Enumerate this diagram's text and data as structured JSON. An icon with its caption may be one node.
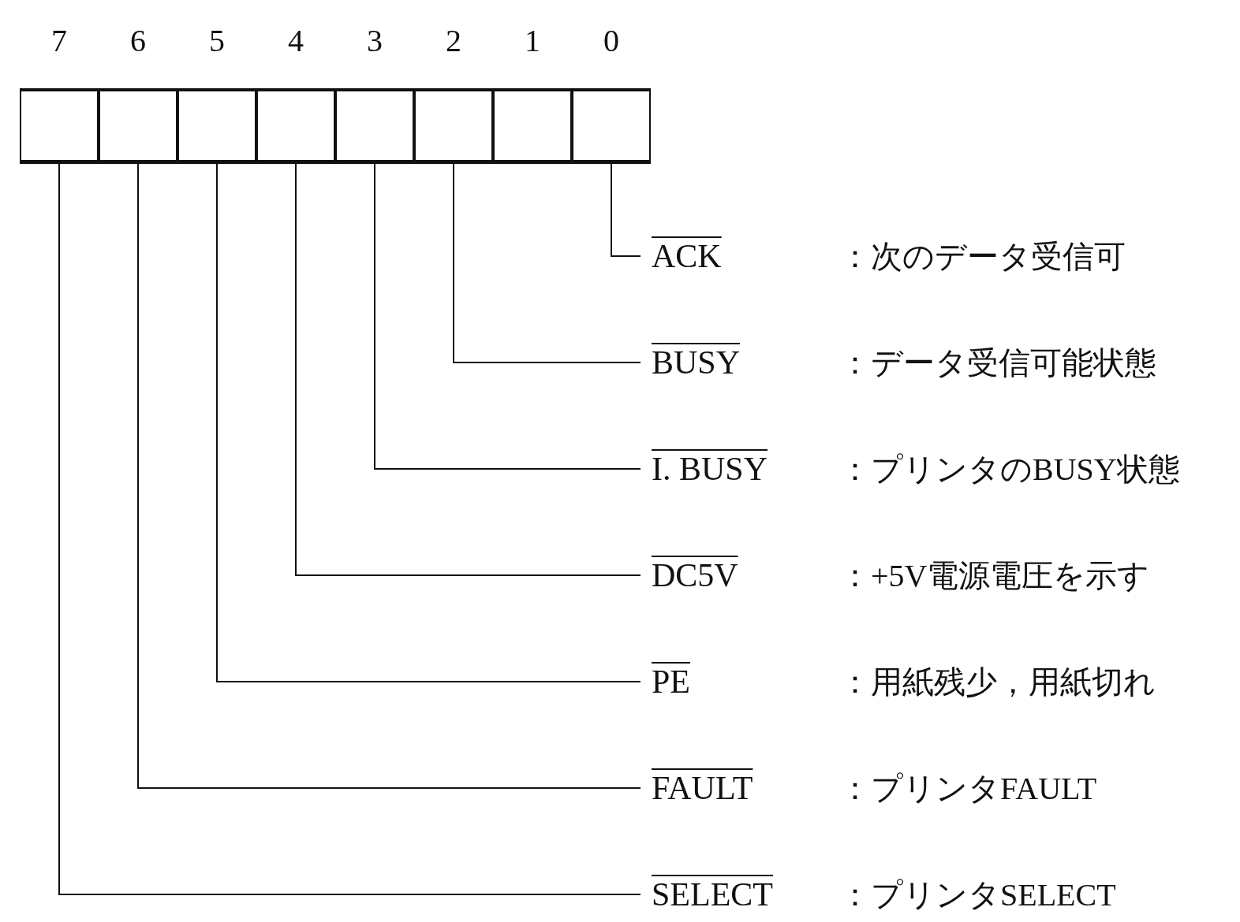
{
  "diagram": {
    "nodes": [
      {
        "text": [
          "7"
        ]
      },
      {
        "text": [
          "6"
        ]
      },
      {
        "text": [
          "5"
        ]
      },
      {
        "text": [
          "4"
        ]
      },
      {
        "text": [
          "3"
        ]
      },
      {
        "text": [
          "2"
        ]
      },
      {
        "text": [
          "1"
        ]
      },
      {
        "text": [
          "0"
        ]
      },
      {
        "text": [
          "ACK"
        ],
        "beside": [
          "：次のデータ受信可"
        ]
      },
      {
        "text": [
          "BUSY"
        ],
        "beside": [
          "：データ受信可能状態"
        ]
      },
      {
        "text": [
          "I. BUSY"
        ],
        "beside": [
          "：プリンタのBUSY状態"
        ]
      },
      {
        "text": [
          "DC5V"
        ],
        "beside": [
          "：+5V電源電圧を示す"
        ]
      },
      {
        "text": [
          "PE"
        ],
        "beside": [
          "：用紙残少，用紙切れ"
        ]
      },
      {
        "text": [
          "FAULT"
        ],
        "beside": [
          "：プリンタFAULT"
        ]
      },
      {
        "text": [
          "SELECT"
        ],
        "beside": [
          "：プリンタSELECT"
        ]
      }
    ],
    "edges": [
      {
        "from": 7,
        "to": 8,
        "arrow": "none"
      },
      {
        "from": 5,
        "to": 9,
        "arrow": "none"
      },
      {
        "from": 4,
        "to": 10,
        "arrow": "none"
      },
      {
        "from": 3,
        "to": 11,
        "arrow": "none"
      },
      {
        "from": 2,
        "to": 12,
        "arrow": "none"
      },
      {
        "from": 1,
        "to": 13,
        "arrow": "none"
      },
      {
        "from": 0,
        "to": 14,
        "arrow": "none"
      }
    ]
  }
}
